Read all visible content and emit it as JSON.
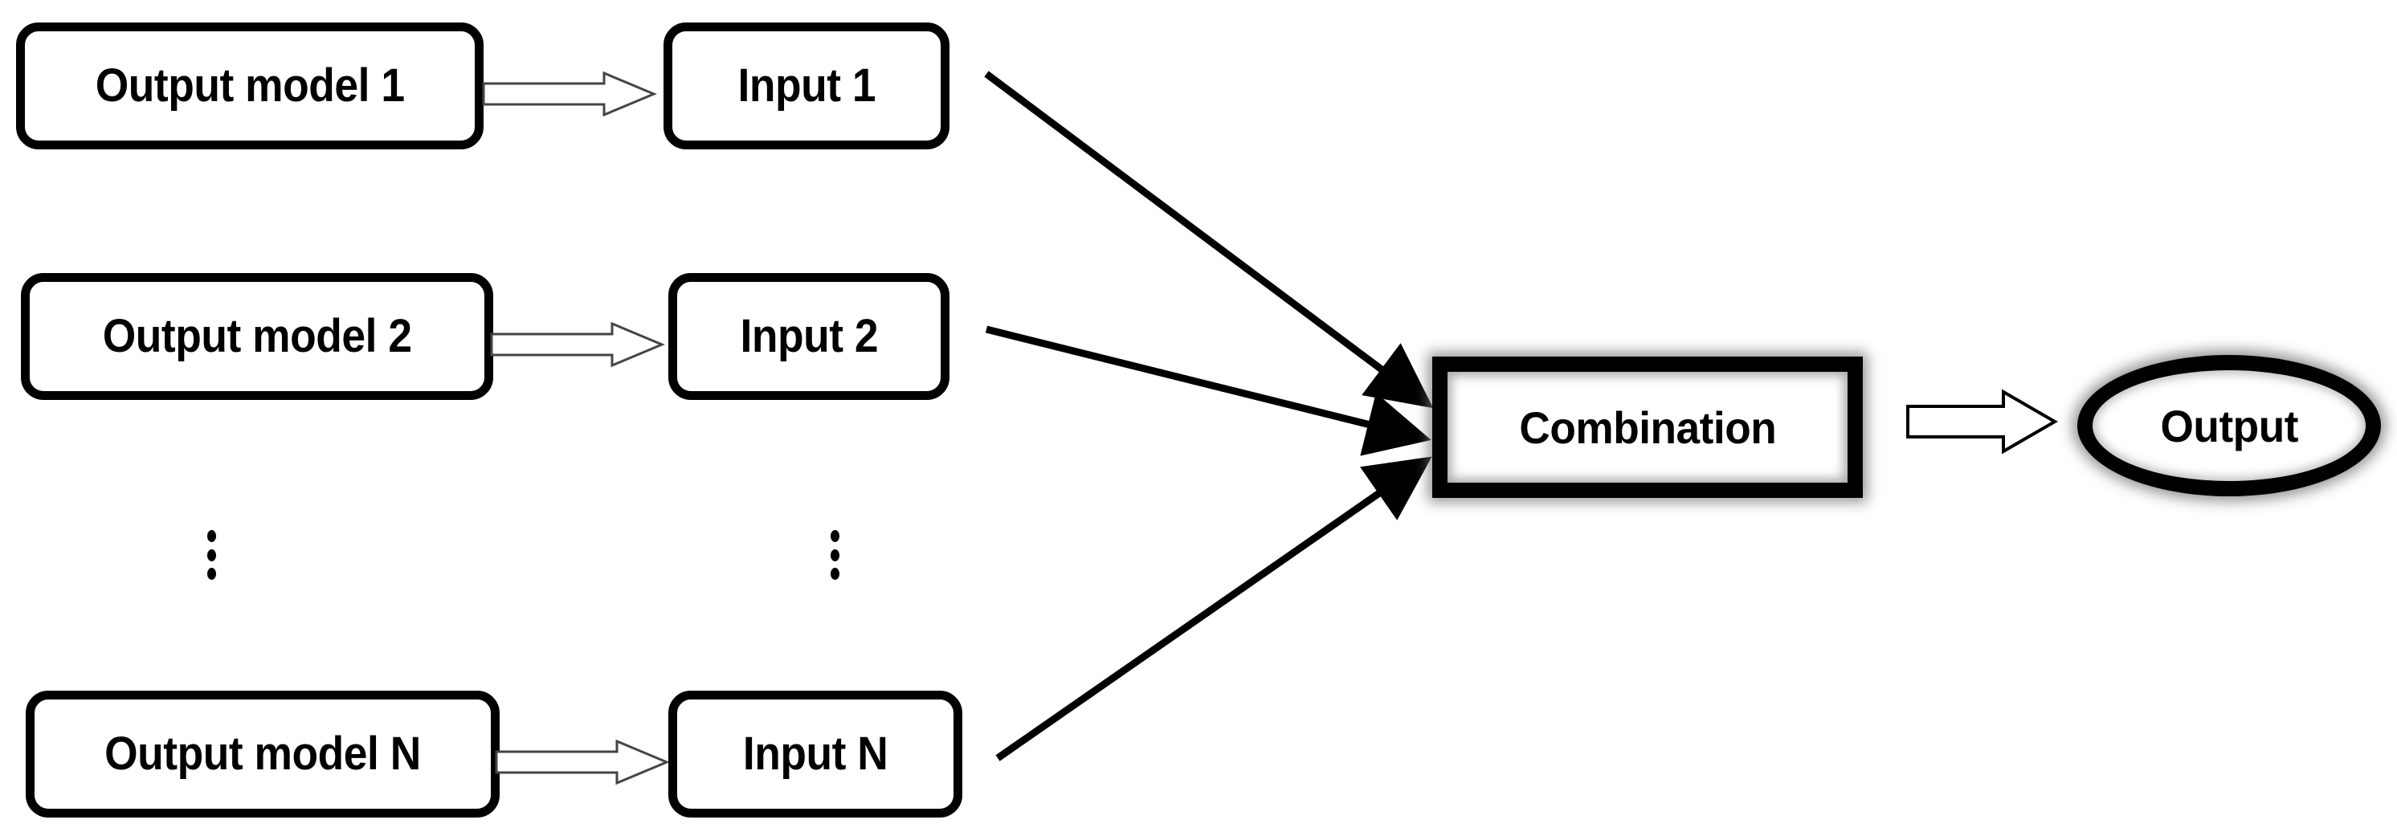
{
  "diagram": {
    "title": "Model output combination diagram",
    "background_color": "#ffffff",
    "stroke_color": "#000000",
    "rows": [
      {
        "source_label": "Output model 1",
        "target_label": "Input 1",
        "connector_icon": "block-arrow-right-icon"
      },
      {
        "source_label": "Output model 2",
        "target_label": "Input 2",
        "connector_icon": "block-arrow-right-icon"
      },
      {
        "source_label": "Output model N",
        "target_label": "Input N",
        "connector_icon": "block-arrow-right-icon"
      }
    ],
    "ellipsis": {
      "glyph": "vertical-ellipsis-icon",
      "dots": 3,
      "columns": [
        "output-model-column",
        "input-column"
      ]
    },
    "combination": {
      "label": "Combination",
      "shape": "rectangle",
      "border_color": "#000000",
      "glow_color": "#787878"
    },
    "output": {
      "label": "Output",
      "shape": "ellipse",
      "border_color": "#000000",
      "glow_color": "#787878"
    },
    "combination_arrow": {
      "icon": "block-arrow-right-icon",
      "label": ""
    },
    "converging_arrows": {
      "count": 3,
      "icon": "line-arrow-right-icon",
      "from": [
        "Input 1",
        "Input 2",
        "Input N"
      ],
      "to": "Combination"
    }
  }
}
